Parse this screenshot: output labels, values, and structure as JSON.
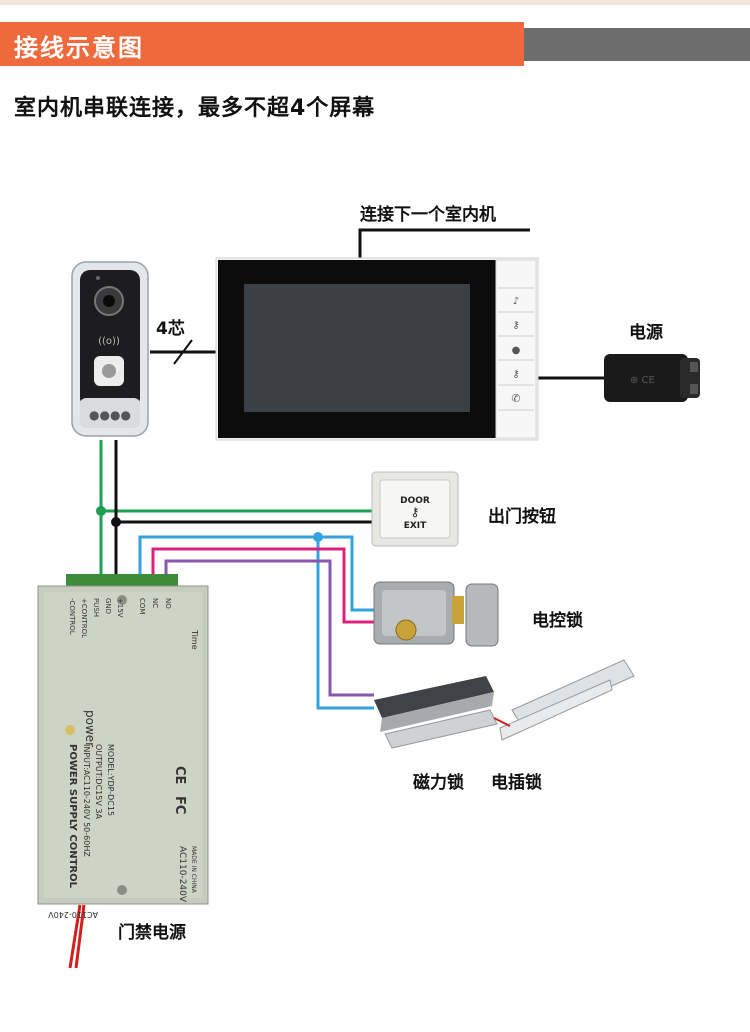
{
  "header": {
    "title": "接线示意图",
    "subtitle": "室内机串联连接，最多不超4个屏幕"
  },
  "labels": {
    "next_indoor": "连接下一个室内机",
    "four_core": "4芯",
    "power": "电源",
    "exit_button": "出门按钮",
    "electric_lock": "电控锁",
    "magnetic_lock": "磁力锁",
    "bolt_lock": "电插锁",
    "access_power": "门禁电源"
  },
  "exit_button_text": {
    "top": "DOOR",
    "bottom": "EXIT"
  },
  "psu": {
    "terminals": [
      "-CONTROL",
      "+CONTROL",
      "PUSH",
      "GND",
      "+15V",
      "COM",
      "NC",
      "NO"
    ],
    "power_label": "power",
    "brand": "Time",
    "title": "POWER SUPPLY CONTROL",
    "input": "INPUT:AC110-240V 50-60HZ",
    "output": "OUTPUT:DC15V 3A",
    "model": "MODEL:YDP-DC15",
    "voltage": "AC110-240V",
    "made_in": "MADE IN CHINA",
    "edge_voltage": "AC110-240V",
    "cert_ce": "CE",
    "cert_fc": "FC"
  },
  "colors": {
    "accent_orange": "#ee6a3c",
    "wire_green": "#1aa050",
    "wire_black": "#111111",
    "wire_blue": "#33a3e0",
    "wire_magenta": "#e0207f",
    "wire_purple": "#8a55b0",
    "wire_red": "#d02020"
  }
}
